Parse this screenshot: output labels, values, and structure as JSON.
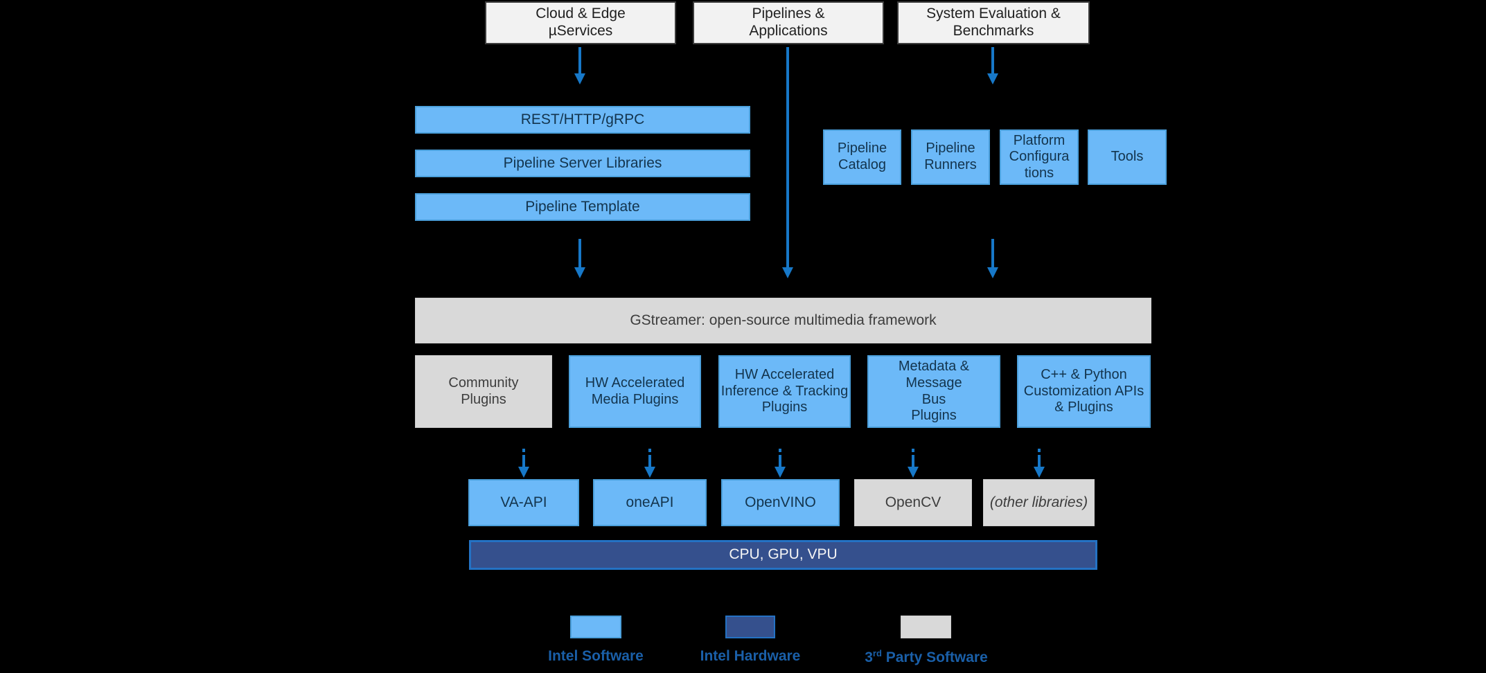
{
  "diagram": {
    "title": "Pipeline Server software stack diagram",
    "top_boxes": [
      {
        "label": "Cloud & Edge\nµServices"
      },
      {
        "label": "Pipelines &\nApplications"
      },
      {
        "label": "System Evaluation &\nBenchmarks"
      }
    ],
    "server_stack": [
      {
        "label": "REST/HTTP/gRPC",
        "type": "intel-software"
      },
      {
        "label": "Pipeline Server Libraries",
        "type": "intel-software"
      },
      {
        "label": "Pipeline Template",
        "type": "intel-software"
      }
    ],
    "tooling_row": [
      {
        "label": "Pipeline\nCatalog",
        "type": "intel-software"
      },
      {
        "label": "Pipeline\nRunners",
        "type": "intel-software"
      },
      {
        "label": "Platform\nConfigura\ntions",
        "type": "intel-software"
      },
      {
        "label": "Tools",
        "type": "intel-software"
      }
    ],
    "gstreamer_bar": {
      "label": "GStreamer: open-source multimedia framework",
      "type": "third-party-software"
    },
    "plugin_row": [
      {
        "label": "Community\nPlugins",
        "type": "third-party-software"
      },
      {
        "label": "HW Accelerated\nMedia Plugins",
        "type": "intel-software"
      },
      {
        "label": "HW Accelerated\nInference & Tracking\nPlugins",
        "type": "intel-software"
      },
      {
        "label": "Metadata & Message\nBus\nPlugins",
        "type": "intel-software"
      },
      {
        "label": "C++ & Python\nCustomization APIs\n& Plugins",
        "type": "intel-software"
      }
    ],
    "library_row": [
      {
        "label": "VA-API",
        "type": "intel-software"
      },
      {
        "label": "oneAPI",
        "type": "intel-software"
      },
      {
        "label": "OpenVINO",
        "type": "intel-software"
      },
      {
        "label": "OpenCV",
        "type": "third-party-software"
      },
      {
        "label": "(other libraries)",
        "type": "third-party-software",
        "italic": true
      }
    ],
    "hardware_bar": {
      "label": "CPU, GPU, VPU",
      "type": "intel-hardware"
    },
    "legend": {
      "items": [
        {
          "label": "Intel Software",
          "swatch": "intel-software"
        },
        {
          "label": "Intel Hardware",
          "swatch": "intel-hardware"
        },
        {
          "label_prefix": "3",
          "label_sup": "rd",
          "label_rest": " Party Software",
          "swatch": "third-party-software"
        }
      ]
    },
    "colors": {
      "background": "#000000",
      "intel_software_fill": "#6cb9f8",
      "intel_software_border": "#4ba0dc",
      "intel_hardware_fill": "#35508d",
      "intel_hardware_border": "#2472c4",
      "third_party_fill": "#d9d9d9",
      "top_box_fill": "#f2f2f2",
      "arrow": "#1778c8",
      "legend_text": "#1a5fa8"
    }
  }
}
